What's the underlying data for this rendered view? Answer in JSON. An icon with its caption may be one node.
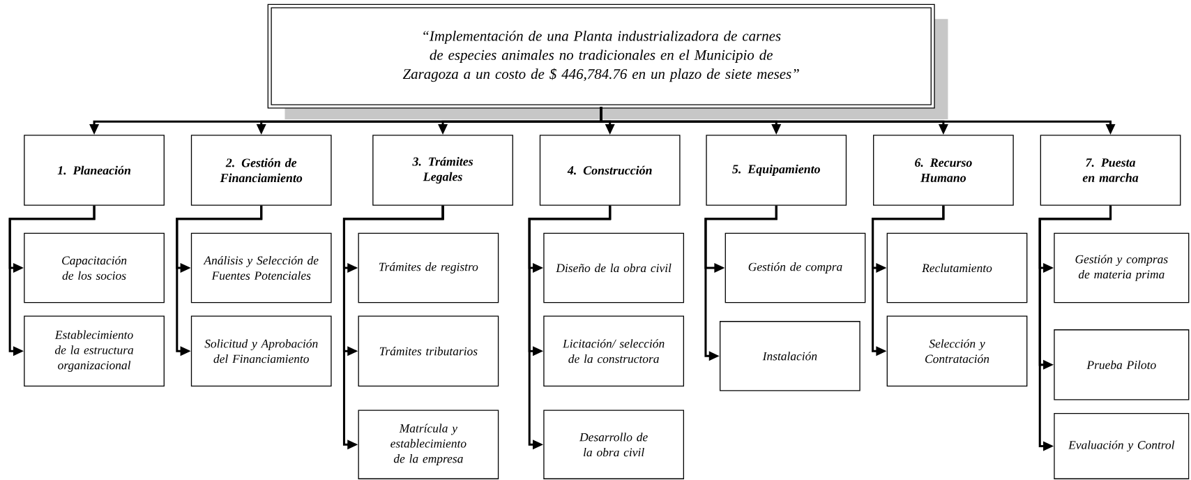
{
  "diagram": {
    "nodes": [
      {
        "text": [
          "“Implementación de una Planta industrializadora de carnes de especies animales no tradicionales en el Municipio de Zaragoza a un costo de  $ 446,784.76 en un plazo de siete meses”"
        ]
      },
      {
        "text": [
          "1. Planeación"
        ]
      },
      {
        "text": [
          "2. Gestión de Financiamiento"
        ]
      },
      {
        "text": [
          "3. Trámites Legales"
        ]
      },
      {
        "text": [
          "4. Construcción"
        ]
      },
      {
        "text": [
          "5. Equipamiento"
        ]
      },
      {
        "text": [
          "6. Recurso Humano"
        ]
      },
      {
        "text": [
          "7. Puesta en marcha"
        ]
      },
      {
        "text": [
          "Capacitación de los socios"
        ]
      },
      {
        "text": [
          "Establecimiento de la estructura organizacional"
        ]
      },
      {
        "text": [
          "Análisis y Selección de Fuentes Potenciales"
        ]
      },
      {
        "text": [
          "Solicitud y Aprobación del Financiamiento"
        ]
      },
      {
        "text": [
          "Trámites de registro"
        ]
      },
      {
        "text": [
          "Trámites tributarios"
        ]
      },
      {
        "text": [
          "Matrícula y establecimiento de la empresa"
        ]
      },
      {
        "text": [
          "Diseño de la obra civil"
        ]
      },
      {
        "text": [
          "Licitación/ selección de la constructora"
        ]
      },
      {
        "text": [
          "Desarrollo de la obra civil"
        ]
      },
      {
        "text": [
          "Gestión de compra"
        ]
      },
      {
        "text": [
          "Instalación"
        ]
      },
      {
        "text": [
          "Reclutamiento"
        ]
      },
      {
        "text": [
          "Selección y Contratación"
        ]
      },
      {
        "text": [
          "Gestión y compras de materia prima"
        ]
      },
      {
        "text": [
          "Prueba Piloto"
        ]
      },
      {
        "text": [
          "Evaluación y Control"
        ]
      }
    ],
    "edges": [
      {
        "from": 0,
        "to": 1,
        "arrow": "to"
      },
      {
        "from": 0,
        "to": 2,
        "arrow": "to"
      },
      {
        "from": 0,
        "to": 3,
        "arrow": "to"
      },
      {
        "from": 0,
        "to": 4,
        "arrow": "to"
      },
      {
        "from": 0,
        "to": 5,
        "arrow": "to"
      },
      {
        "from": 0,
        "to": 6,
        "arrow": "to"
      },
      {
        "from": 0,
        "to": 7,
        "arrow": "to"
      },
      {
        "from": 1,
        "to": 8,
        "arrow": "to"
      },
      {
        "from": 1,
        "to": 9,
        "arrow": "to"
      },
      {
        "from": 2,
        "to": 10,
        "arrow": "to"
      },
      {
        "from": 2,
        "to": 11,
        "arrow": "to"
      },
      {
        "from": 3,
        "to": 12,
        "arrow": "to"
      },
      {
        "from": 3,
        "to": 13,
        "arrow": "to"
      },
      {
        "from": 3,
        "to": 14,
        "arrow": "to"
      },
      {
        "from": 4,
        "to": 15,
        "arrow": "to"
      },
      {
        "from": 4,
        "to": 16,
        "arrow": "to"
      },
      {
        "from": 4,
        "to": 17,
        "arrow": "to"
      },
      {
        "from": 5,
        "to": 18,
        "arrow": "to"
      },
      {
        "from": 5,
        "to": 19,
        "arrow": "to"
      },
      {
        "from": 6,
        "to": 20,
        "arrow": "to"
      },
      {
        "from": 6,
        "to": 21,
        "arrow": "to"
      },
      {
        "from": 7,
        "to": 22,
        "arrow": "to"
      },
      {
        "from": 7,
        "to": 23,
        "arrow": "to"
      },
      {
        "from": 7,
        "to": 24,
        "arrow": "to"
      }
    ]
  }
}
